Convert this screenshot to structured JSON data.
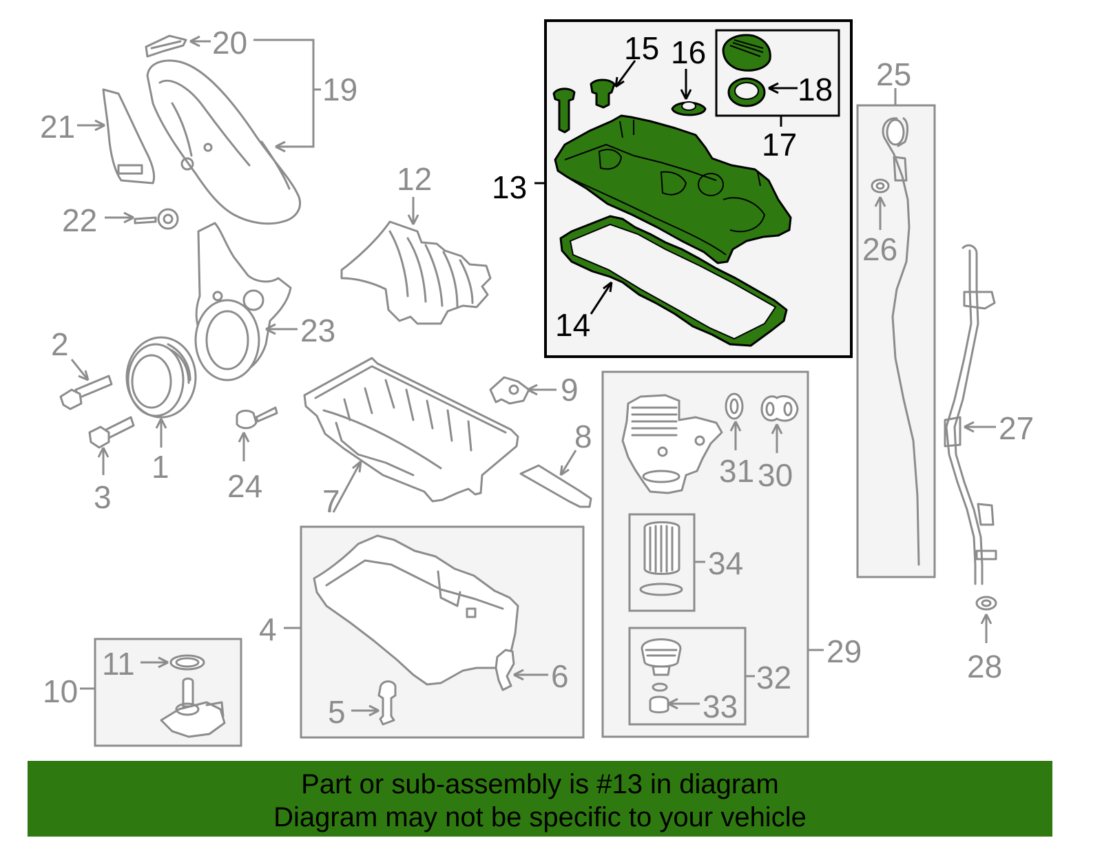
{
  "callouts": {
    "c1": "1",
    "c2": "2",
    "c3": "3",
    "c4": "4",
    "c5": "5",
    "c6": "6",
    "c7": "7",
    "c8": "8",
    "c9": "9",
    "c10": "10",
    "c11": "11",
    "c12": "12",
    "c13": "13",
    "c14": "14",
    "c15": "15",
    "c16": "16",
    "c17": "17",
    "c18": "18",
    "c19": "19",
    "c20": "20",
    "c21": "21",
    "c22": "22",
    "c23": "23",
    "c24": "24",
    "c25": "25",
    "c26": "26",
    "c27": "27",
    "c28": "28",
    "c29": "29",
    "c30": "30",
    "c31": "31",
    "c32": "32",
    "c33": "33",
    "c34": "34"
  },
  "highlight": {
    "part_number": "13",
    "color": "#2f7a10"
  },
  "banner": {
    "line1": "Part or sub-assembly is #13 in diagram",
    "line2": "Diagram may not be specific to your vehicle",
    "color": "#2f7a10"
  },
  "colors": {
    "line_gray": "#8c8c8c",
    "box_fill": "#f4f4f4",
    "highlight_outline": "#000000"
  }
}
